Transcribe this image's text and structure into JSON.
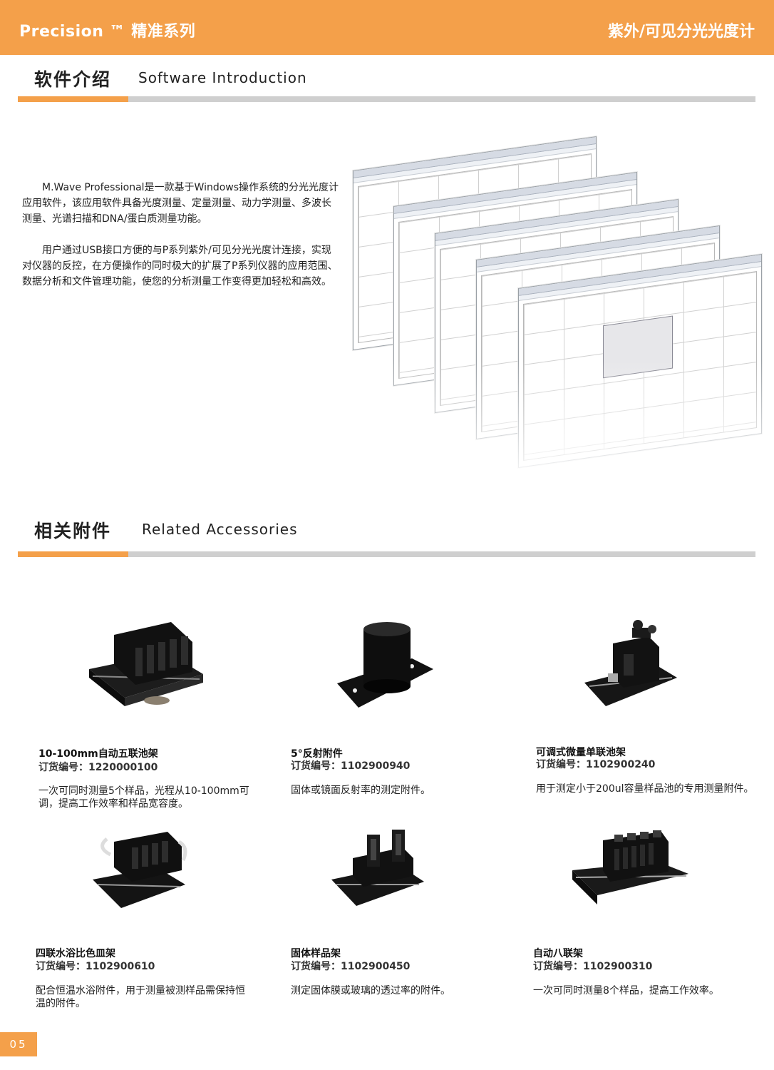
{
  "header": {
    "left_title": "Precision ™ 精准系列",
    "right_title": "紫外/可见分光光度计"
  },
  "software": {
    "title_cn": "软件介绍",
    "title_en": "Software Introduction",
    "paragraph1": "M.Wave Professional是一款基于Windows操作系统的分光光度计应用软件，该应用软件具备光度测量、定量测量、动力学测量、多波长测量、光谱扫描和DNA/蛋白质测量功能。",
    "paragraph2": "用户通过USB接口方便的与P系列紫外/可见分光光度计连接，实现对仪器的反控，在方便操作的同时极大的扩展了P系列仪器的应用范围、数据分析和文件管理功能，使您的分析测量工作变得更加轻松和高效。"
  },
  "accessories": {
    "title_cn": "相关附件",
    "title_en": "Related Accessories",
    "items": [
      {
        "name": "10-100mm自动五联池架",
        "code": "订货编号：1220000100",
        "desc": "一次可同时测量5个样品，光程从10-100mm可调，提高工作效率和样品宽容度。",
        "icon": "five-cell-holder-icon"
      },
      {
        "name": "5°反射附件",
        "code": "订货编号：1102900940",
        "desc": "固体或镜面反射率的测定附件。",
        "icon": "reflectance-accessory-icon"
      },
      {
        "name": "可调式微量单联池架",
        "code": "订货编号：1102900240",
        "desc": "用于测定小于200ul容量样品池的专用测量附件。",
        "icon": "micro-cell-holder-icon"
      },
      {
        "name": "四联水浴比色皿架",
        "code": "订货编号：1102900610",
        "desc": "配合恒温水浴附件，用于测量被测样品需保持恒温的附件。",
        "icon": "water-bath-holder-icon"
      },
      {
        "name": "固体样品架",
        "code": "订货编号：1102900450",
        "desc": "测定固体膜或玻璃的透过率的附件。",
        "icon": "solid-sample-holder-icon"
      },
      {
        "name": "自动八联架",
        "code": "订货编号：1102900310",
        "desc": "一次可同时测量8个样品，提高工作效率。",
        "icon": "eight-cell-holder-icon"
      }
    ]
  },
  "page_number": "05"
}
